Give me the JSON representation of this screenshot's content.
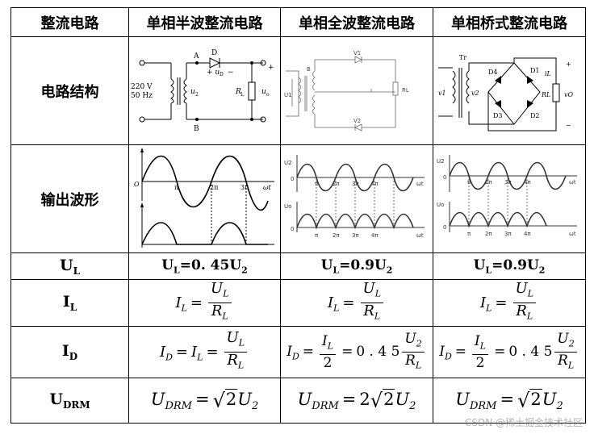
{
  "headers": [
    "整流电路",
    "单相半波整流电路",
    "单相全波整流电路",
    "单相桥式整流电路"
  ],
  "rows": {
    "circuit": "电路结构",
    "waveform": "输出波形",
    "ul": {
      "sym": "U",
      "sub": "L"
    },
    "il": {
      "sym": "I",
      "sub": "L"
    },
    "id": {
      "sym": "I",
      "sub": "D"
    },
    "udrm": {
      "sym": "U",
      "sub": "DRM"
    }
  },
  "half": {
    "labels": {
      "a": "A",
      "b": "B",
      "d": "D",
      "ud": "+ u",
      "udsub": "D",
      "minus": "−",
      "v": "220 V",
      "hz": "50 Hz",
      "u2": "u",
      "u2sub": "2",
      "rl": "R",
      "rlsub": "L",
      "uo": "u",
      "uosub": "o",
      "plus": "+"
    },
    "wave": {
      "o": "O",
      "pi": "π",
      "twopi": "2π",
      "threepi": "3π",
      "wt": "ωt"
    },
    "ul_coef": "0. 45",
    "udrm_coef": ""
  },
  "full": {
    "labels": {
      "b": "B",
      "v1": "V1",
      "v2": "V2",
      "u1": "U1",
      "rl": "RL"
    },
    "wave": {
      "top": "U2",
      "bot": "Uo",
      "zero": "0",
      "pi": "π",
      "twopi": "2π",
      "threepi": "3π",
      "fourpi": "4π",
      "wt": "ωt"
    },
    "ul_coef": "0.9",
    "udrm_coef": "2"
  },
  "bridge": {
    "labels": {
      "tr": "Tr",
      "v1": "v1",
      "v2": "v2",
      "d1": "D1",
      "d2": "D2",
      "d3": "D3",
      "d4": "D4",
      "il": "iL",
      "rl": "RL",
      "vo": "vO",
      "plus": "+",
      "minus": "−"
    },
    "wave": {
      "top": "U2",
      "bot": "Uo",
      "zero": "0",
      "pi": "π",
      "twopi": "2π",
      "threepi": "3π",
      "fourpi": "4π",
      "wt": "ωt"
    },
    "ul_coef": "0.9",
    "udrm_coef": ""
  },
  "formula": {
    "U": "U",
    "I": "I",
    "L": "L",
    "R": "R",
    "D": "D",
    "DRM": "DRM",
    "two": "2",
    "sub2": "2",
    "eq": "=",
    "coef045": "0 . 4 5"
  },
  "watermark": "CSDN @稀土掘金技术社区"
}
